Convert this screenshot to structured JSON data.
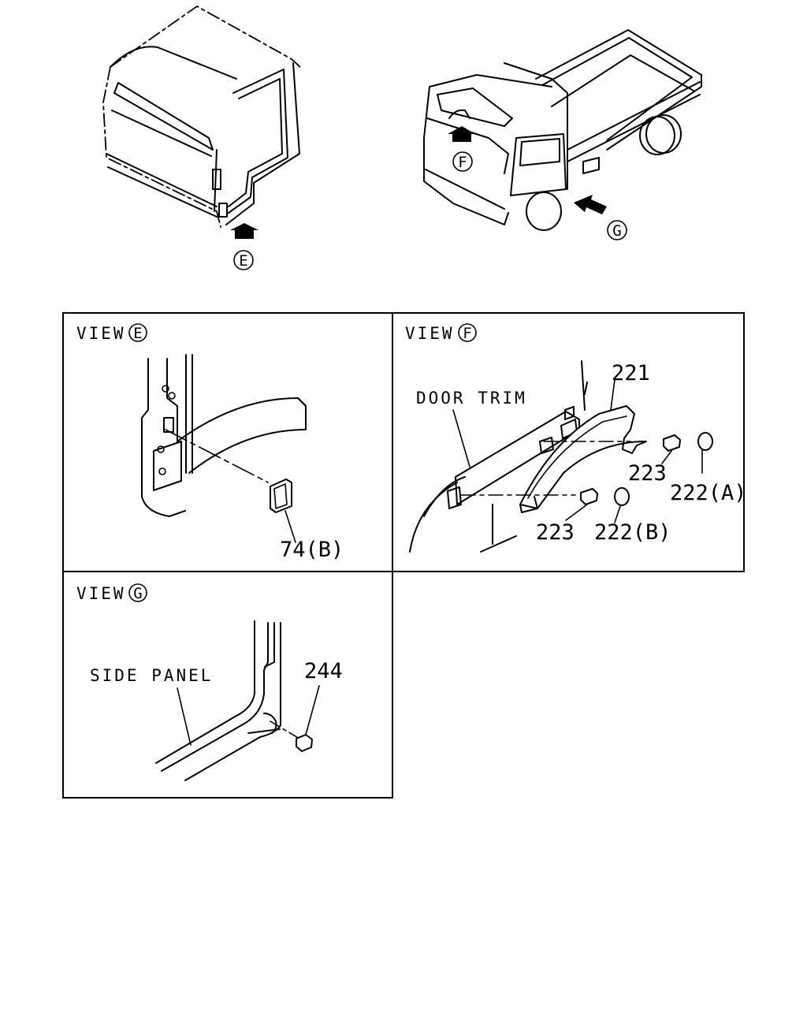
{
  "overview": {
    "callout_e": "E",
    "callout_f": "F",
    "callout_g": "G"
  },
  "view_e": {
    "title": "VIEW",
    "letter": "E",
    "part_74b": "74(B)"
  },
  "view_f": {
    "title": "VIEW",
    "letter": "F",
    "door_trim": "DOOR TRIM",
    "part_221": "221",
    "part_223_upper": "223",
    "part_223_lower": "223",
    "part_222a": "222(A)",
    "part_222b": "222(B)"
  },
  "view_g": {
    "title": "VIEW",
    "letter": "G",
    "side_panel": "SIDE PANEL",
    "part_244": "244"
  }
}
